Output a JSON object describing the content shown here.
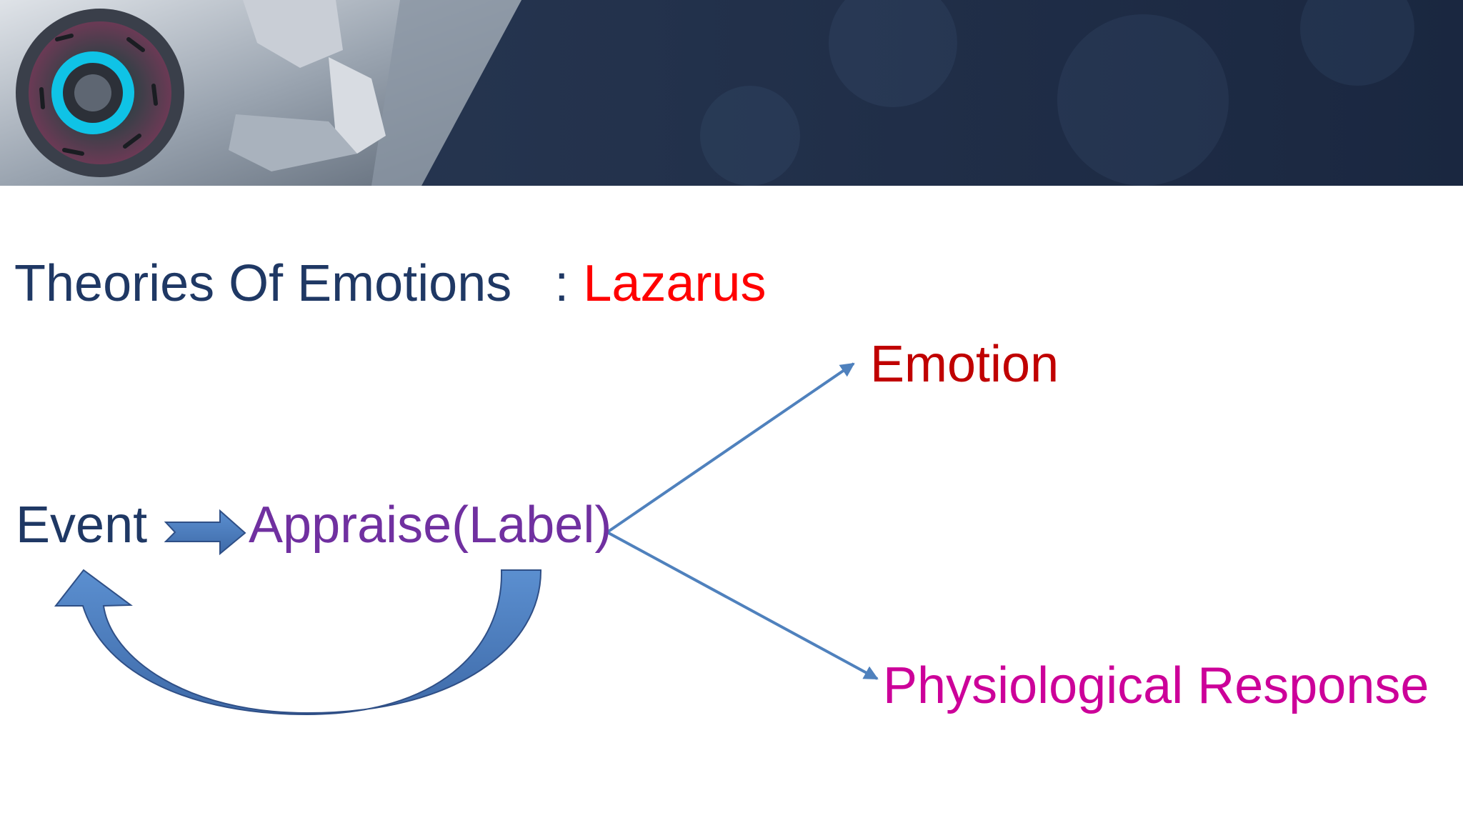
{
  "slide": {
    "title_main": "Theories Of Emotions",
    "title_separator": ":",
    "title_accent": "Lazarus"
  },
  "nodes": {
    "event": "Event",
    "appraise": "Appraise(Label)",
    "emotion": "Emotion",
    "physiological": "Physiological Response"
  },
  "colors": {
    "title": "#1f3864",
    "accent": "#ff0000",
    "event": "#1f3864",
    "appraise": "#7030a0",
    "emotion": "#c00000",
    "physiological": "#cc0099",
    "connector": "#4f81bd",
    "banner": "#1b2a44"
  },
  "banner": {
    "icons": [
      "robot-head-image"
    ]
  }
}
